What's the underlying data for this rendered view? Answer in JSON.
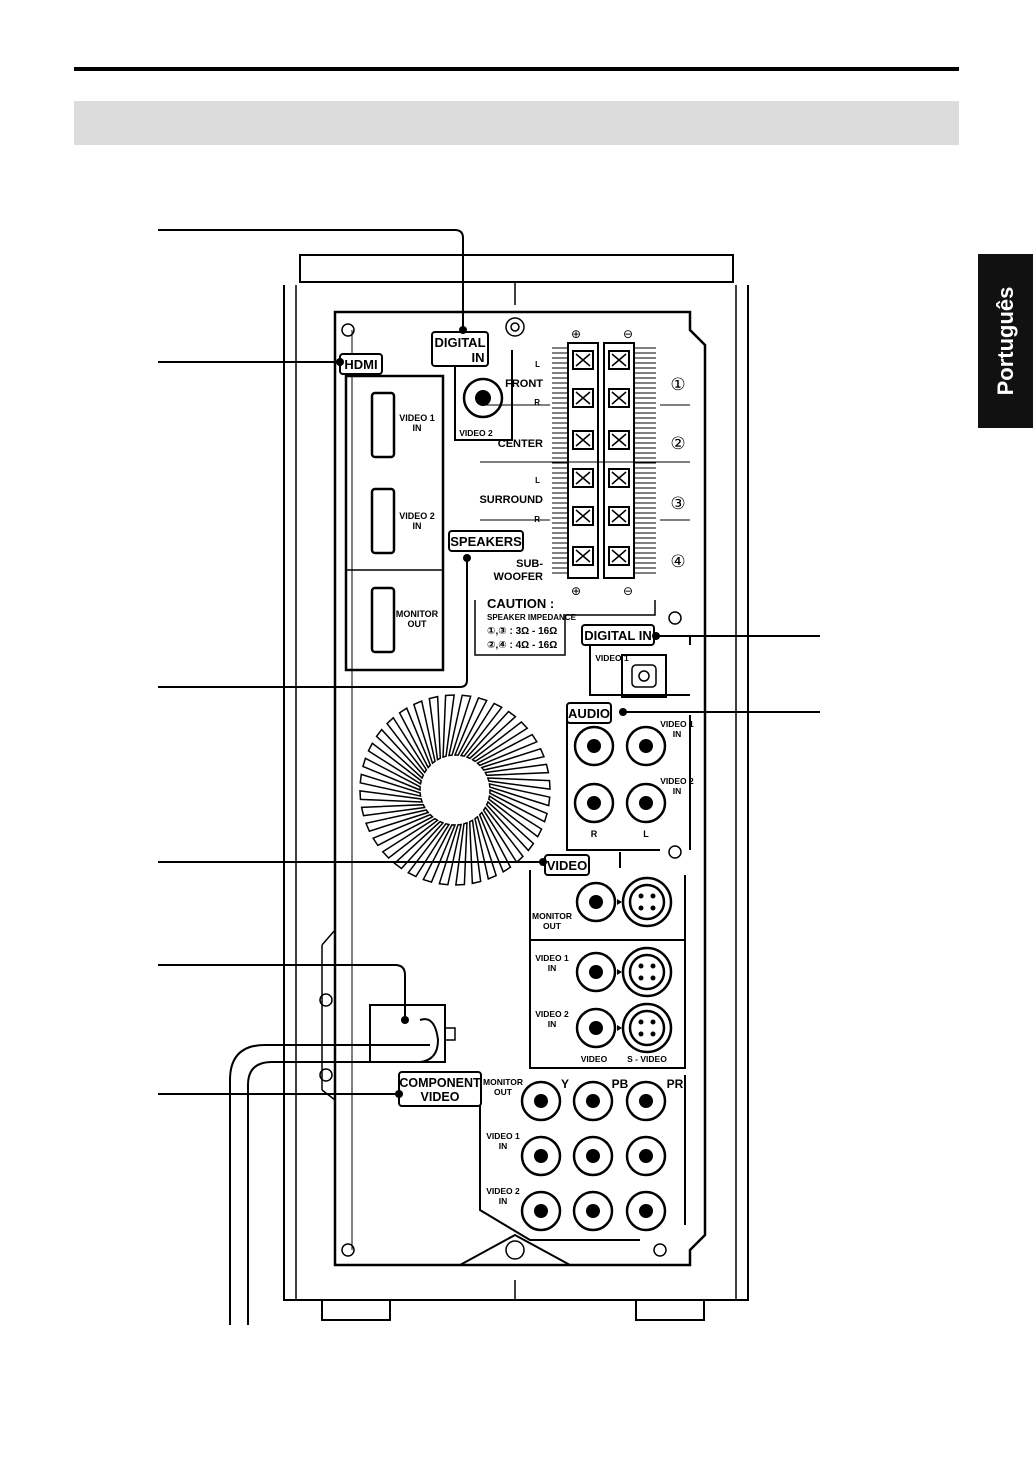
{
  "language_tab": "Português",
  "labels": {
    "digital_in_top_1": "DIGITAL",
    "digital_in_top_2": "IN",
    "hdmi": "HDMI",
    "speakers": "SPEAKERS",
    "digital_in_right": "DIGITAL IN",
    "audio": "AUDIO",
    "video": "VIDEO",
    "component_1": "COMPONENT",
    "component_2": "VIDEO",
    "video2_coax": "VIDEO 2",
    "video1_optical": "VIDEO 1",
    "hdmi_video1_1": "VIDEO 1",
    "hdmi_video1_2": "IN",
    "hdmi_video2_1": "VIDEO 2",
    "hdmi_video2_2": "IN",
    "hdmi_monitor_1": "MONITOR",
    "hdmi_monitor_2": "OUT",
    "front": "FRONT",
    "center": "CENTER",
    "surround": "SURROUND",
    "sub_1": "SUB-",
    "sub_2": "WOOFER",
    "l": "L",
    "r": "R",
    "plus": "⊕",
    "minus": "⊖",
    "n1": "①",
    "n2": "②",
    "n3": "③",
    "n4": "④",
    "caution": "CAUTION :",
    "impedance": "SPEAKER IMPEDANCE",
    "imp_row1": "①,③  :  3Ω - 16Ω",
    "imp_row2": "②,④  :  4Ω - 16Ω",
    "audio_v1_1": "VIDEO 1",
    "audio_v1_2": "IN",
    "audio_v2_1": "VIDEO 2",
    "audio_v2_2": "IN",
    "audio_r": "R",
    "audio_l": "L",
    "vid_monitor_1": "MONITOR",
    "vid_monitor_2": "OUT",
    "vid_v1_1": "VIDEO 1",
    "vid_v1_2": "IN",
    "vid_v2_1": "VIDEO 2",
    "vid_v2_2": "IN",
    "vid_video": "VIDEO",
    "vid_svideo": "S - VIDEO",
    "comp_monitor_1": "MONITOR",
    "comp_monitor_2": "OUT",
    "comp_y": "Y",
    "comp_pb": "PB",
    "comp_pr": "PR",
    "comp_v1_1": "VIDEO 1",
    "comp_v1_2": "IN",
    "comp_v2_1": "VIDEO 2",
    "comp_v2_2": "IN"
  }
}
